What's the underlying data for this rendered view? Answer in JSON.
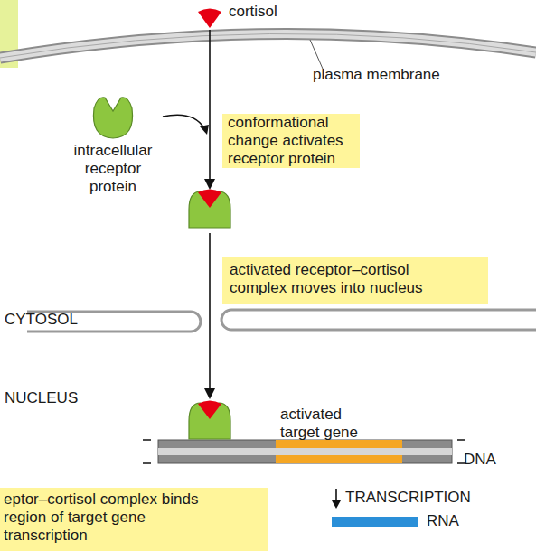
{
  "diagram": {
    "nodes": [
      {
        "text": [
          "conformational change activates receptor protein"
        ]
      },
      {
        "text": [
          "activated receptor–cortisol complex moves into nucleus"
        ]
      },
      {
        "text": [
          "eptor–cortisol complex binds region of target gene transcription"
        ]
      }
    ],
    "labels": [
      "cortisol",
      "plasma membrane",
      "intracellular receptor protein",
      "CYTOSOL",
      "NUCLEUS",
      "activated target gene",
      "DNA",
      "TRANSCRIPTION",
      "RNA"
    ]
  }
}
